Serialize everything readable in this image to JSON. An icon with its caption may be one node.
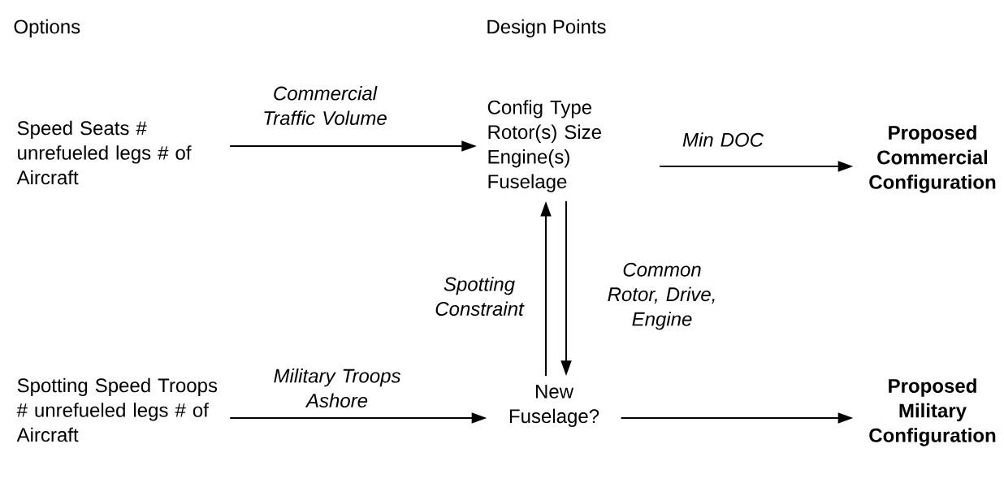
{
  "diagram": {
    "nodes": [
      {
        "text": [
          "Speed Seats # unrefueled legs # of Aircraft"
        ]
      },
      {
        "text": [
          "Config Type Rotor(s) Size Engine(s) Fuselage"
        ]
      },
      {
        "text": [
          "Proposed Commercial Configuration"
        ]
      },
      {
        "text": [
          "Spotting Speed Troops # unrefueled legs # of Aircraft"
        ]
      },
      {
        "text": [
          "New Fuselage?"
        ]
      },
      {
        "text": [
          "Proposed Military Configuration"
        ]
      }
    ],
    "edges": [
      {
        "from": 0,
        "to": 1,
        "arrow": "to",
        "label": "Commercial Traffic Volume"
      },
      {
        "from": 1,
        "to": 2,
        "arrow": "to",
        "label": "Min DOC"
      },
      {
        "from": 4,
        "to": 1,
        "arrow": "to",
        "label": "Spotting Constraint"
      },
      {
        "from": 1,
        "to": 4,
        "arrow": "to",
        "label": "Common Rotor, Drive, Engine"
      },
      {
        "from": 3,
        "to": 4,
        "arrow": "to",
        "label": "Military Troops Ashore"
      },
      {
        "from": 4,
        "to": 5,
        "arrow": "to"
      }
    ],
    "labels": [
      "Options",
      "Design Points"
    ]
  }
}
